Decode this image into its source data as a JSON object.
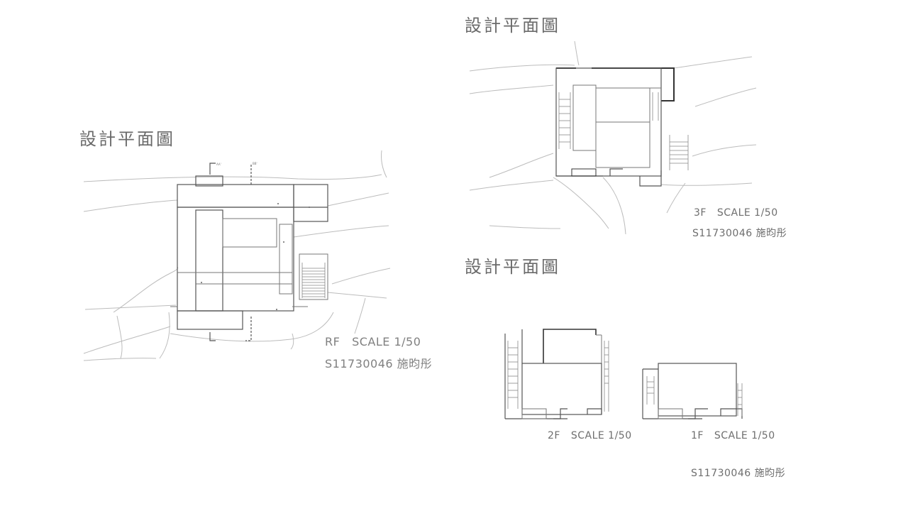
{
  "sheet": {
    "title_left": "設計平面圖",
    "title_right_top": "設計平面圖",
    "title_right_bottom": "設計平面圖",
    "plans": {
      "rf": {
        "floor": "RF",
        "scale": "SCALE 1/50",
        "author": "S11730046 施昀彤"
      },
      "f3": {
        "floor": "3F",
        "scale": "SCALE 1/50",
        "author": "S11730046 施昀彤"
      },
      "f2": {
        "floor": "2F",
        "scale": "SCALE 1/50"
      },
      "f1": {
        "floor": "1F",
        "scale": "SCALE 1/50"
      }
    },
    "author_bottom": "S11730046 施昀彤",
    "section_marks": {
      "a": "AA'",
      "b": "BB'"
    }
  }
}
